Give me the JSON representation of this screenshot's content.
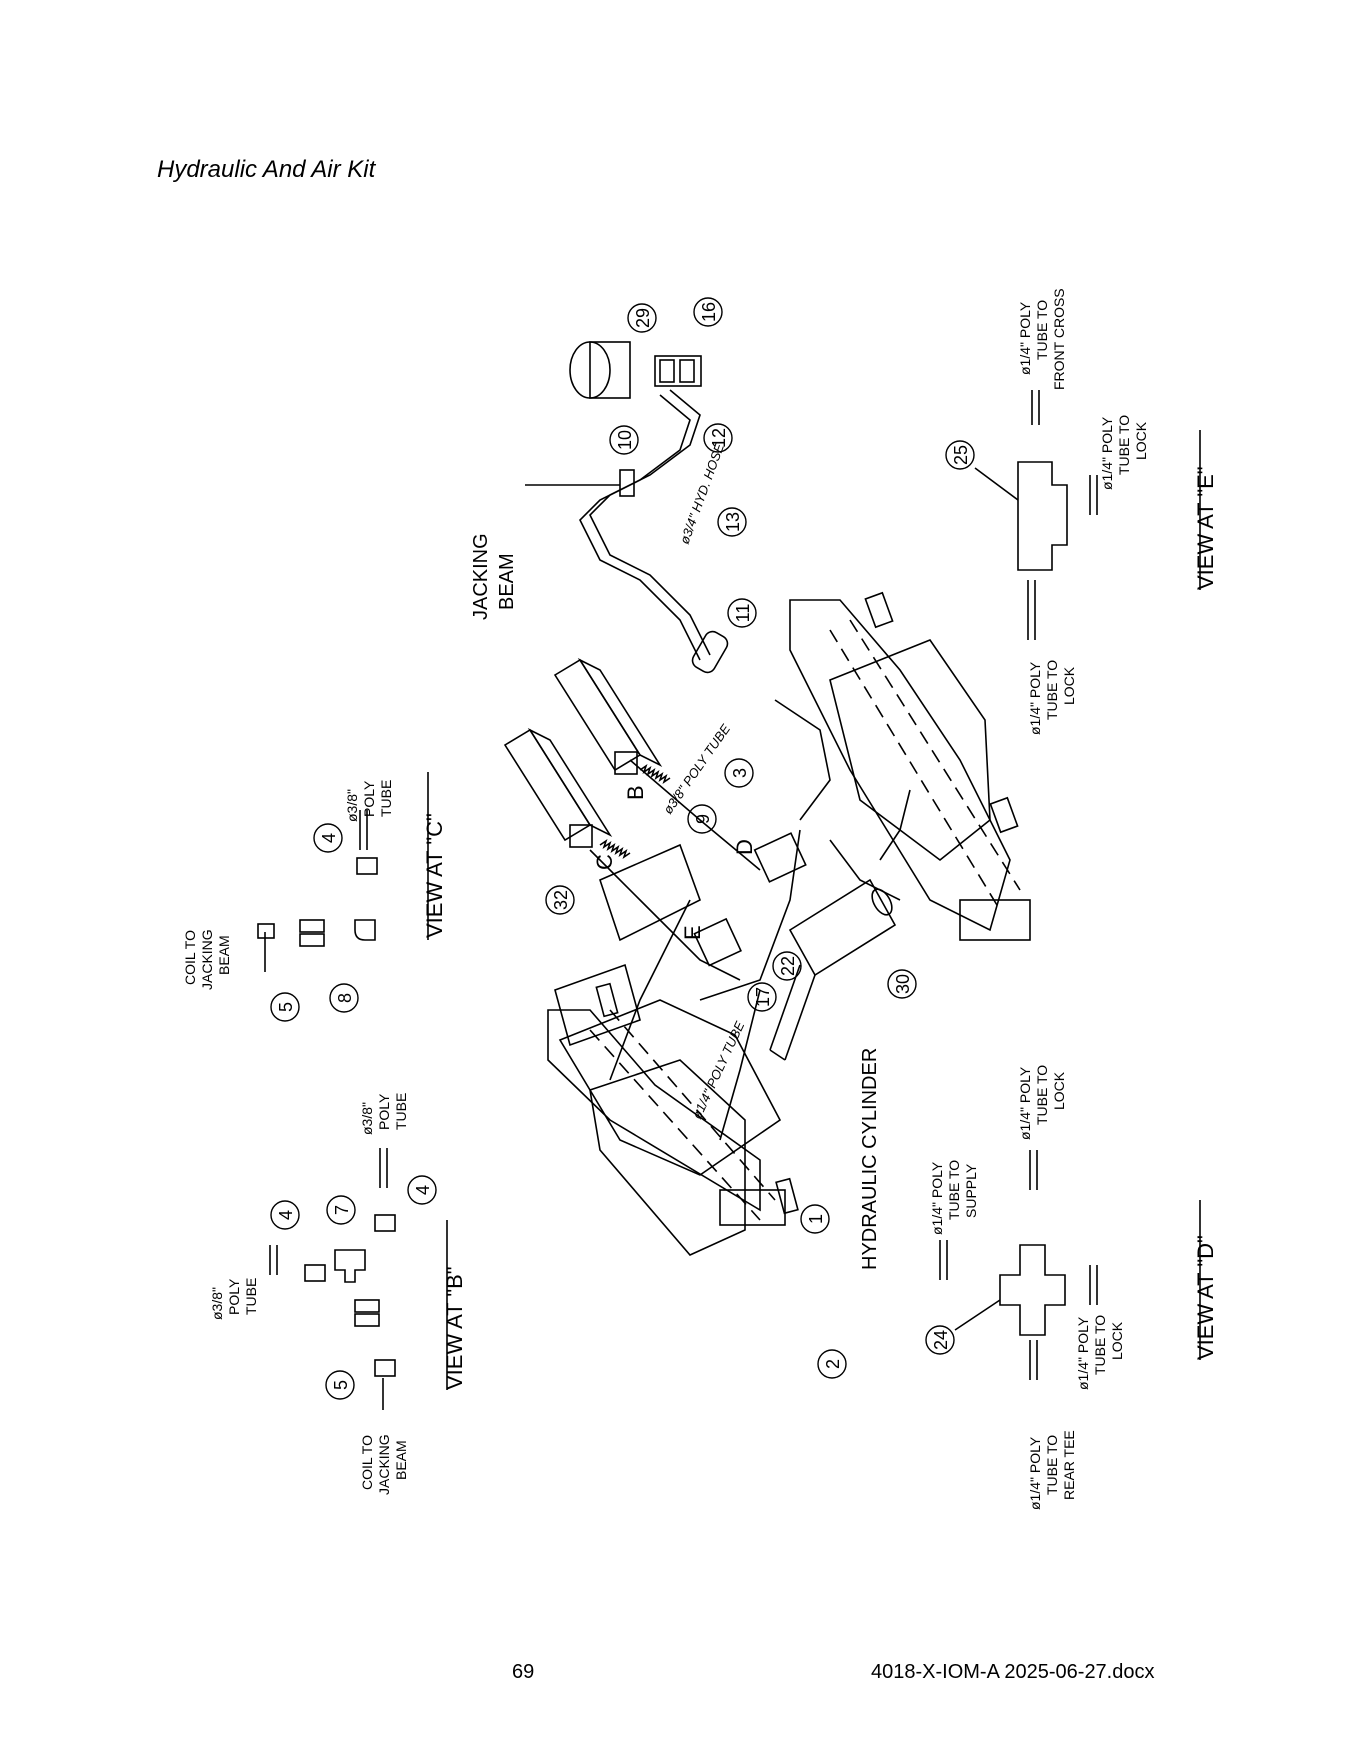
{
  "title": "Hydraulic And Air Kit",
  "footer": {
    "page_number": "69",
    "file_name": "4018-X-IOM-A 2025-06-27.docx"
  },
  "drawing": {
    "callouts": [
      "29",
      "16",
      "12",
      "10",
      "13",
      "11",
      "3",
      "9",
      "32",
      "25",
      "4",
      "5",
      "8",
      "22",
      "30",
      "17",
      "1",
      "2",
      "24",
      "7",
      "4",
      "4",
      "5"
    ],
    "labels": {
      "jacking_beam": [
        "JACKING",
        "BEAM"
      ],
      "hyd_hose": "ø3/4\" HYD. HOSE",
      "poly_38_main": "ø3/8\" POLY TUBE",
      "poly_14_main": "ø1/4\" POLY TUBE",
      "hydraulic_cylinder": "HYDRAULIC CYLINDER",
      "detail_letters": [
        "B",
        "C",
        "D",
        "E"
      ],
      "view_c": "VIEW AT \"C\"",
      "view_b": "VIEW AT \"B\"",
      "view_d": "VIEW AT \"D\"",
      "view_e": "VIEW AT \"E\"",
      "coil_to_jacking_beam": [
        "COIL TO",
        "JACKING",
        "BEAM"
      ],
      "poly_38_tube": [
        "ø3/8\"",
        "POLY",
        "TUBE"
      ],
      "e_front_cross": [
        "ø1/4\" POLY",
        "TUBE TO",
        "FRONT CROSS"
      ],
      "e_lock": [
        "ø1/4\" POLY",
        "TUBE TO",
        "LOCK"
      ],
      "d_supply": [
        "ø1/4\" POLY",
        "TUBE TO",
        "SUPPLY"
      ],
      "d_lock": [
        "ø1/4\" POLY",
        "TUBE TO",
        "LOCK"
      ],
      "d_rear_tee": [
        "ø1/4\" POLY",
        "TUBE TO",
        "REAR TEE"
      ]
    }
  }
}
